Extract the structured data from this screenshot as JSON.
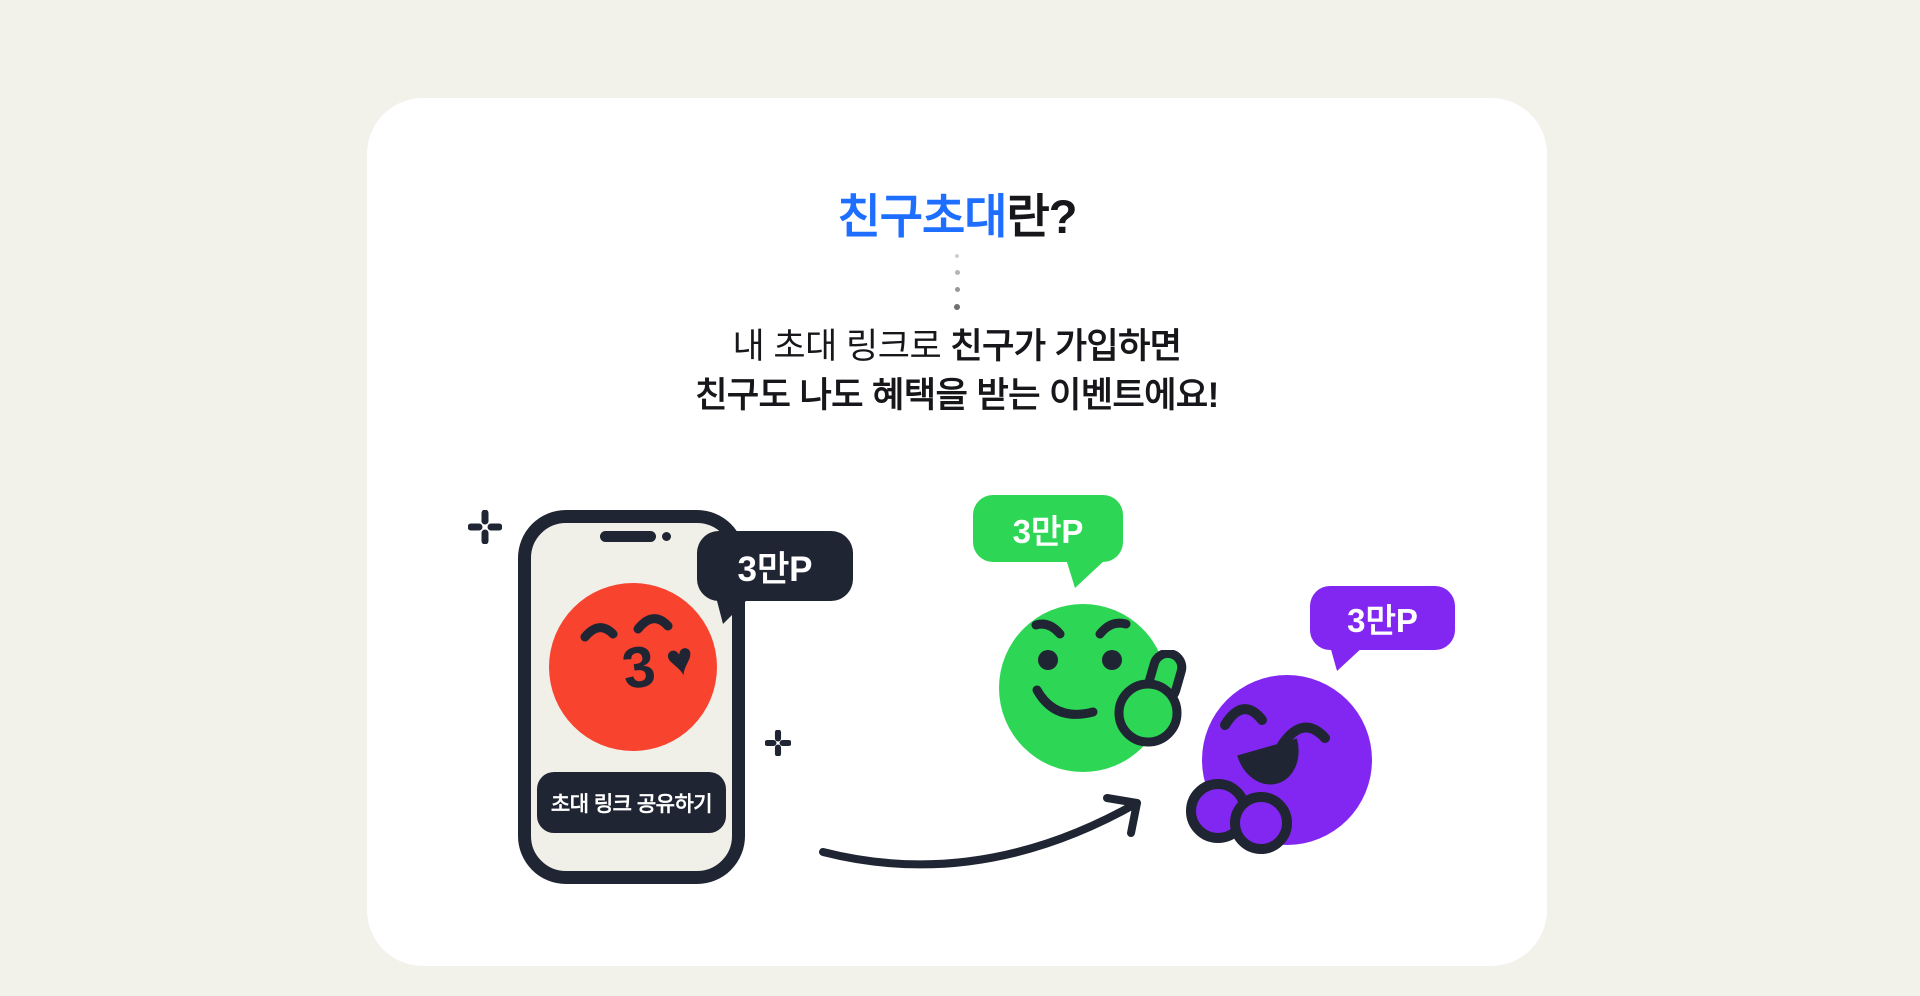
{
  "colors": {
    "page_bg": "#F2F2EB",
    "card_bg": "#FFFFFF",
    "accent_blue": "#1E6FFF",
    "text_dark": "#17171B",
    "ink_navy": "#1F2532",
    "emoji_red": "#F8432F",
    "emoji_green": "#2ED656",
    "emoji_purple": "#8227F2",
    "phone_screen": "#F0EFE8"
  },
  "title": {
    "highlight": "친구초대",
    "rest": "란?"
  },
  "description": {
    "line1_regular": "내 초대 링크로 ",
    "line1_bold": "친구가 가입하면",
    "line2_bold": "친구도 나도 혜택을 받는 이벤트에요!"
  },
  "illustration": {
    "phone": {
      "share_button_label": "초대 링크 공유하기",
      "kiss_mouth": "3",
      "kiss_heart": "♥"
    },
    "my_reward_badge": {
      "label": "3만P"
    },
    "green_reward_bubble": {
      "label": "3만P"
    },
    "purple_reward_bubble": {
      "label": "3만P"
    }
  }
}
